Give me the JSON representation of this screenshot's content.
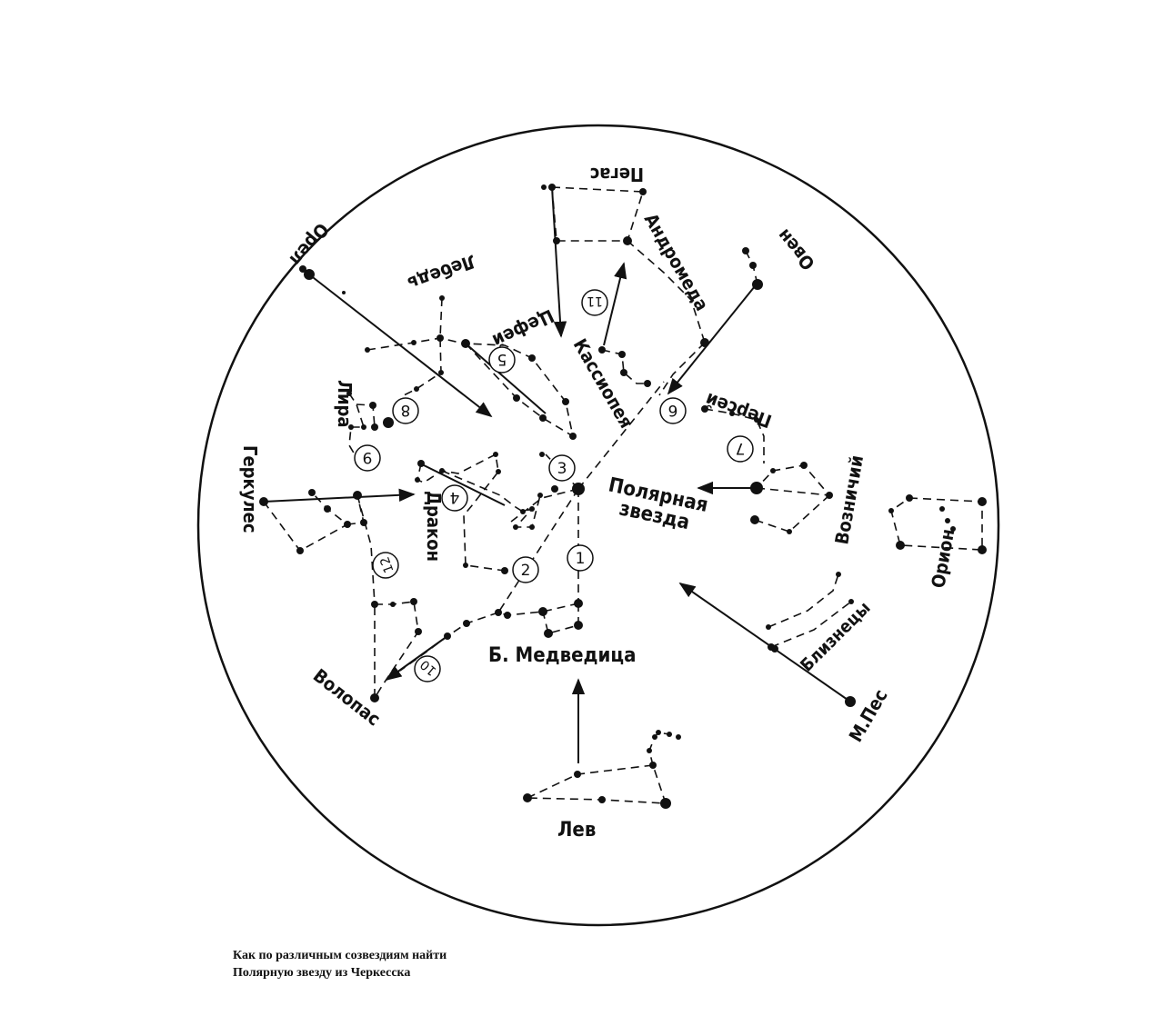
{
  "constellations": {
    "ursa_minor_polaris": "Полярная",
    "polaris_line2": "звезда",
    "ursa_major": "Б. Медведица",
    "leo": "Лев",
    "bootes": "Волопас",
    "hercules": "Геркулес",
    "lyra": "Лира",
    "draco": "Дракон",
    "cygnus": "Лебедь",
    "aquila": "Орел",
    "cepheus": "Цефей",
    "pegasus": "Пегас",
    "andromeda": "Андромеда",
    "aries": "Овен",
    "cassiopeia": "Кассиопея",
    "perseus": "Персей",
    "auriga": "Возничий",
    "orion": "Орион",
    "gemini": "Близнецы",
    "canis_minor": "М.Пес"
  },
  "route_numbers": [
    "1",
    "2",
    "3",
    "4",
    "5",
    "6",
    "7",
    "8",
    "9",
    "10",
    "11",
    "12"
  ],
  "caption": {
    "line1": "Как по различным созвездиям найти",
    "line2": "Полярную звезду из Черкесска"
  }
}
